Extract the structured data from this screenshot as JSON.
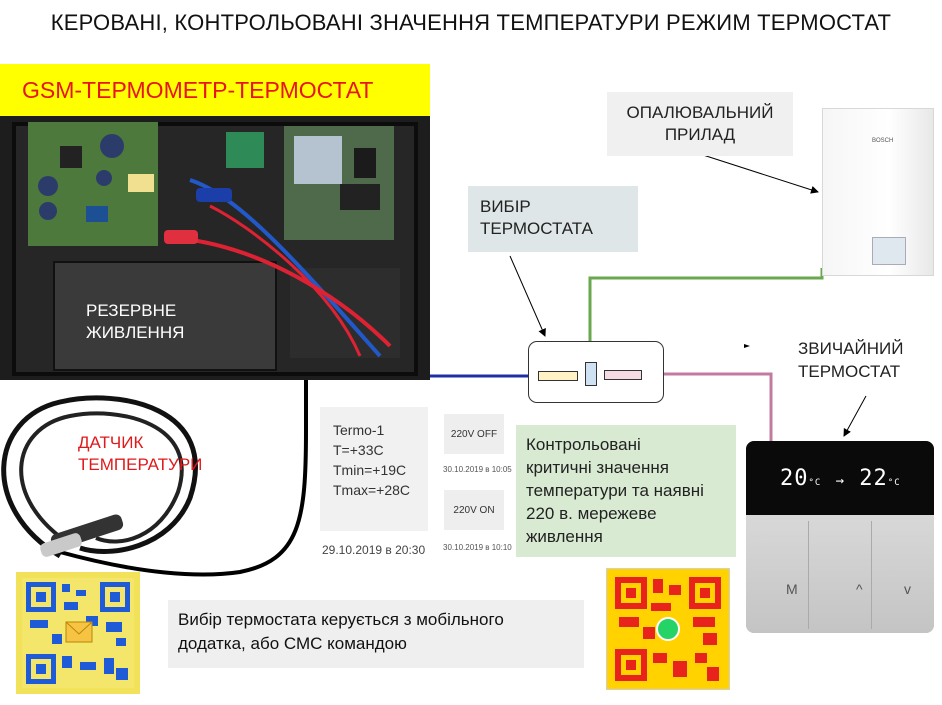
{
  "title": "КЕРОВАНІ, КОНТРОЛЬОВАНІ ЗНАЧЕННЯ ТЕМПЕРАТУРИ РЕЖИМ ТЕРМОСТАТ",
  "product_label": "GSM-ТЕРМОМЕТР-ТЕРМОСТАТ",
  "heater_label": [
    "ОПАЛЮВАЛЬНИЙ",
    "ПРИЛАД"
  ],
  "selector_label": [
    "ВИБІР",
    "ТЕРМОСТАТА"
  ],
  "thermostat_label": [
    "ЗВИЧАЙНИЙ",
    "ТЕРМОСТАТ"
  ],
  "sensor_label": [
    "ДАТЧИК",
    "ТЕМПЕРАТУРИ"
  ],
  "battery_label": [
    "РЕЗЕРВНЕ",
    "ЖИВЛЕННЯ"
  ],
  "sms": {
    "lines": [
      "Termo-1",
      "T=+33C",
      "Tmin=+19C",
      "Tmax=+28C"
    ],
    "time": "29.10.2019 в 20:30",
    "msg1": "220V OFF",
    "msg1_time": "30.10.2019 в 10:05",
    "msg2": "220V ON",
    "msg2_time": "30.10.2019 в 10:10"
  },
  "green_note": [
    "Контрольовані",
    "критичні значення",
    "температури та наявні",
    "220 в. мережеве",
    "живлення"
  ],
  "bottom_note": [
    "Вибір термостата керується з мобільного",
    "додатка, або СМС командою"
  ],
  "thermostat_display": {
    "current": "20",
    "unit": "°C",
    "arrow": "→",
    "target": "22"
  },
  "thermostat_buttons": [
    "M",
    "^",
    "v"
  ],
  "boiler_brand": "BOSCH",
  "colors": {
    "product_label_bg": "#ffff00",
    "product_label_text": "#e8141b",
    "wire_blue": "#1f2ea8",
    "wire_green": "#6aa84f",
    "wire_pink": "#c27ba0",
    "wire_black": "#000000",
    "green_note_bg": "#d9ead3"
  }
}
